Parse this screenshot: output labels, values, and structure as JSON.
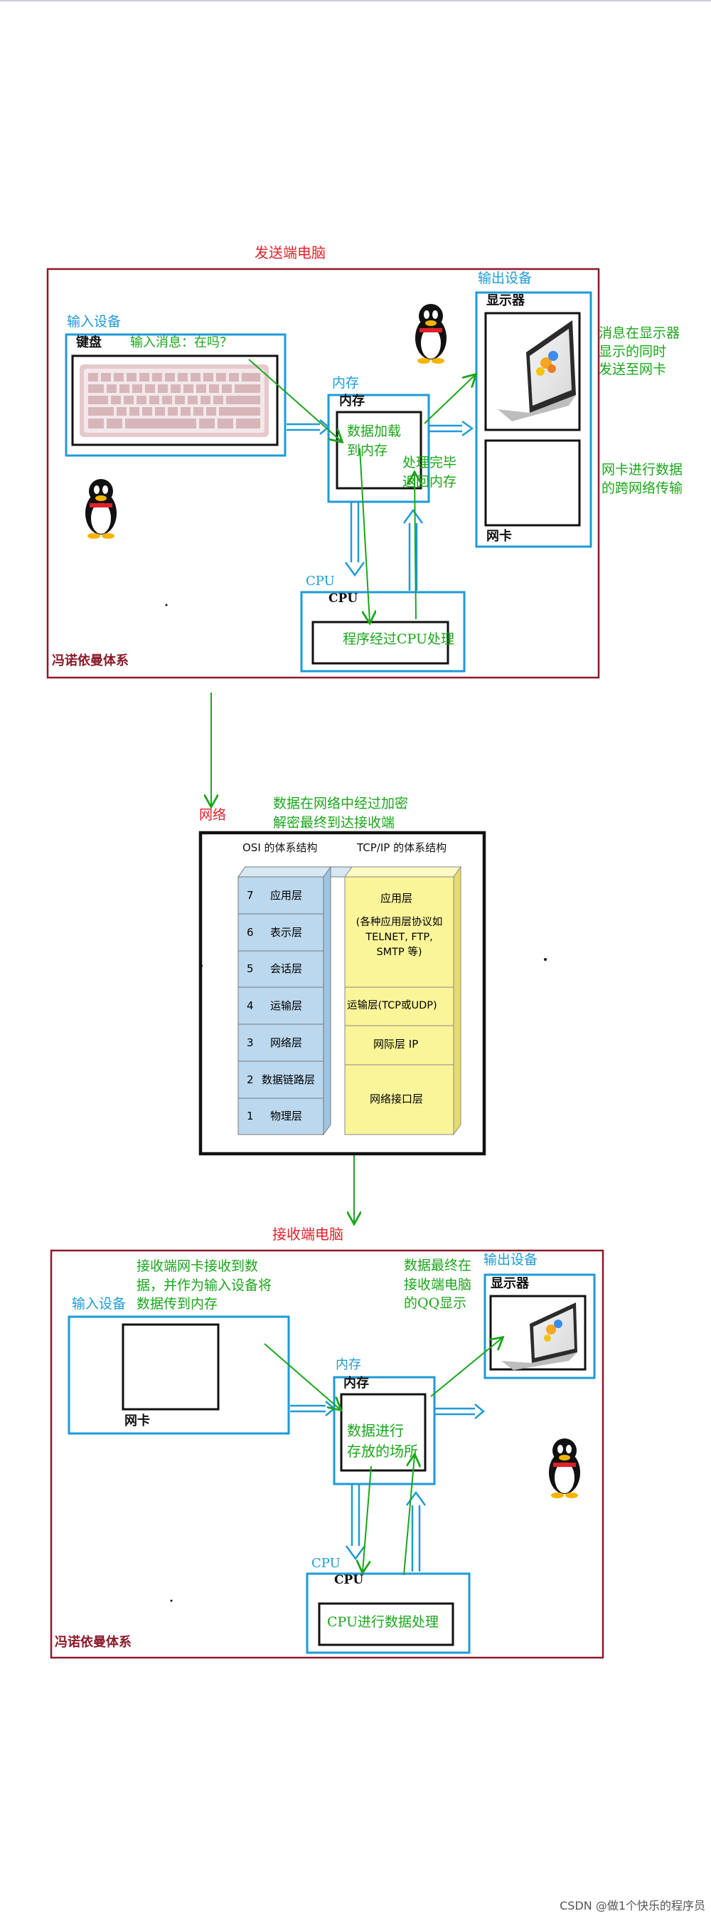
{
  "sender": {
    "title": "发送端电脑",
    "system_label": "冯诺依曼体系",
    "input_device": "输入设备",
    "keyboard": "键盘",
    "message": "输入消息：在吗？",
    "memory_outer": "内存",
    "memory_inner": "内存",
    "memory_text": "数据加载\n到内存",
    "processed_text": "处理完毕\n返回内存",
    "cpu_outer": "CPU",
    "cpu_inner": "CPU",
    "cpu_text": "程序经过CPU处理",
    "output_device": "输出设备",
    "display": "显示器",
    "nic": "网卡",
    "note_display": "消息在显示器\n显示的同时\n发送至网卡",
    "note_nic": "网卡进行数据\n的跨网络传输"
  },
  "network": {
    "label": "网络",
    "note": "数据在网络中经过加密\n解密最终到达接收端",
    "osi_title": "OSI 的体系结构",
    "tcpip_title": "TCP/IP 的体系结构",
    "osi_layers": [
      {
        "num": "7",
        "name": "应用层"
      },
      {
        "num": "6",
        "name": "表示层"
      },
      {
        "num": "5",
        "name": "会话层"
      },
      {
        "num": "4",
        "name": "运输层"
      },
      {
        "num": "3",
        "name": "网络层"
      },
      {
        "num": "2",
        "name": "数据链路层"
      },
      {
        "num": "1",
        "name": "物理层"
      }
    ],
    "tcpip_app": "应用层",
    "tcpip_app_detail": "(各种应用层协议如\nTELNET, FTP,\nSMTP 等)",
    "tcpip_transport": "运输层(TCP或UDP)",
    "tcpip_internet": "网际层 IP",
    "tcpip_link": "网络接口层"
  },
  "receiver": {
    "title": "接收端电脑",
    "system_label": "冯诺依曼体系",
    "input_device": "输入设备",
    "nic": "网卡",
    "note_nic": "接收端网卡接收到数\n据，并作为输入设备将\n数据传到内存",
    "memory_outer": "内存",
    "memory_inner": "内存",
    "memory_text": "数据进行\n存放的场所",
    "cpu_outer": "CPU",
    "cpu_inner": "CPU",
    "cpu_text": "CPU进行数据处理",
    "output_device": "输出设备",
    "display": "显示器",
    "note_display": "数据最终在\n接收端电脑\n的QQ显示"
  },
  "watermark": "CSDN @做1个快乐的程序员",
  "colors": {
    "frame": "#8b1a2a",
    "blue": "#1e9ad8",
    "green": "#1aa61a",
    "red": "#e0202a",
    "osi_fill": "#bcd8ee",
    "tcpip_fill": "#fbf59a"
  }
}
